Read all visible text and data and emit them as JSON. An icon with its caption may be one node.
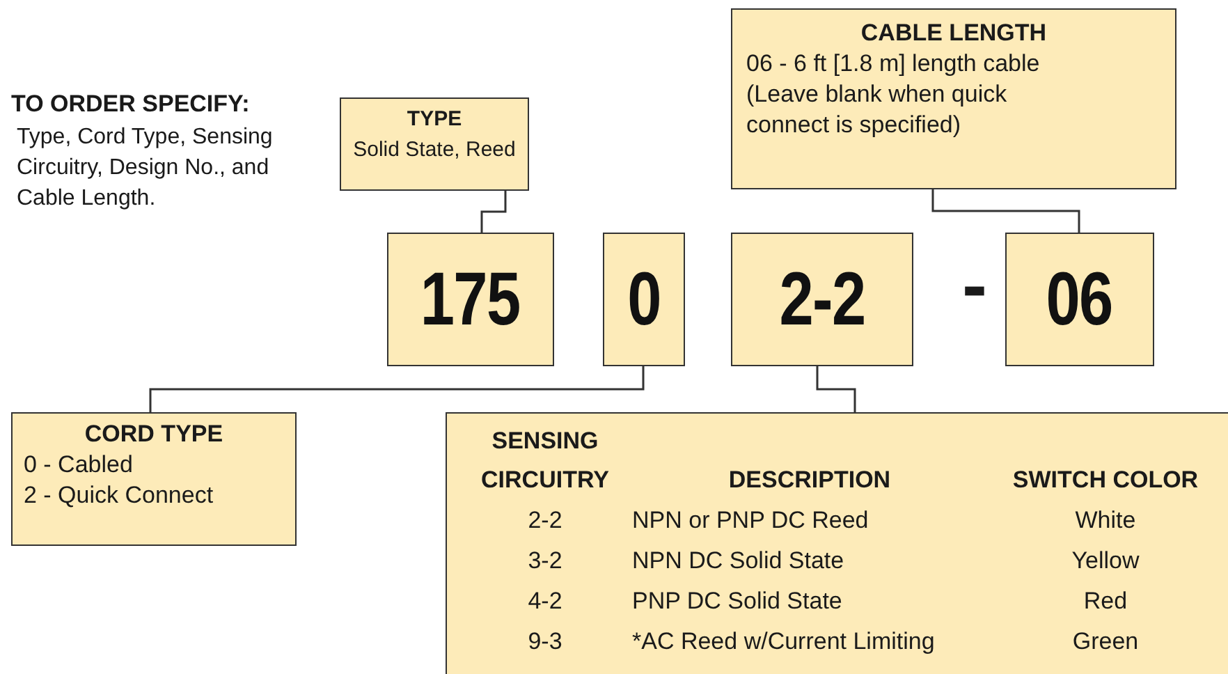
{
  "diagram": {
    "nodes": [
      {
        "text": [
          "TYPE",
          "Solid State, Reed"
        ]
      },
      {
        "text": [
          "CABLE LENGTH",
          "06 -  6 ft [1.8 m] length cable",
          "(Leave blank when quick connect is specified)"
        ]
      },
      {
        "text": [
          "175"
        ]
      },
      {
        "text": [
          "0"
        ]
      },
      {
        "text": [
          "2-2"
        ]
      },
      {
        "text": [
          "06"
        ]
      },
      {
        "text": [
          "CORD TYPE",
          "0  -  Cabled",
          "2  -  Quick Connect"
        ]
      },
      {
        "text": [
          "SENSING CIRCUITRY",
          "DESCRIPTION",
          "SWITCH COLOR",
          "2-2",
          "NPN or PNP DC Reed",
          "White",
          "3-2",
          "NPN DC Solid State",
          "Yellow",
          "4-2",
          "PNP DC Solid State",
          "Red",
          "9-3",
          "*AC Reed w/Current Limiting",
          "Green"
        ]
      }
    ],
    "edges": [
      {
        "from": 0,
        "to": 2,
        "arrow": "none"
      },
      {
        "from": 1,
        "to": 5,
        "arrow": "none"
      },
      {
        "from": 3,
        "to": 6,
        "arrow": "none"
      },
      {
        "from": 4,
        "to": 7,
        "arrow": "none"
      }
    ],
    "labels": [
      "TO ORDER SPECIFY:",
      "Type, Cord Type, Sensing Circuitry, Design No., and Cable Length.",
      "-"
    ]
  }
}
